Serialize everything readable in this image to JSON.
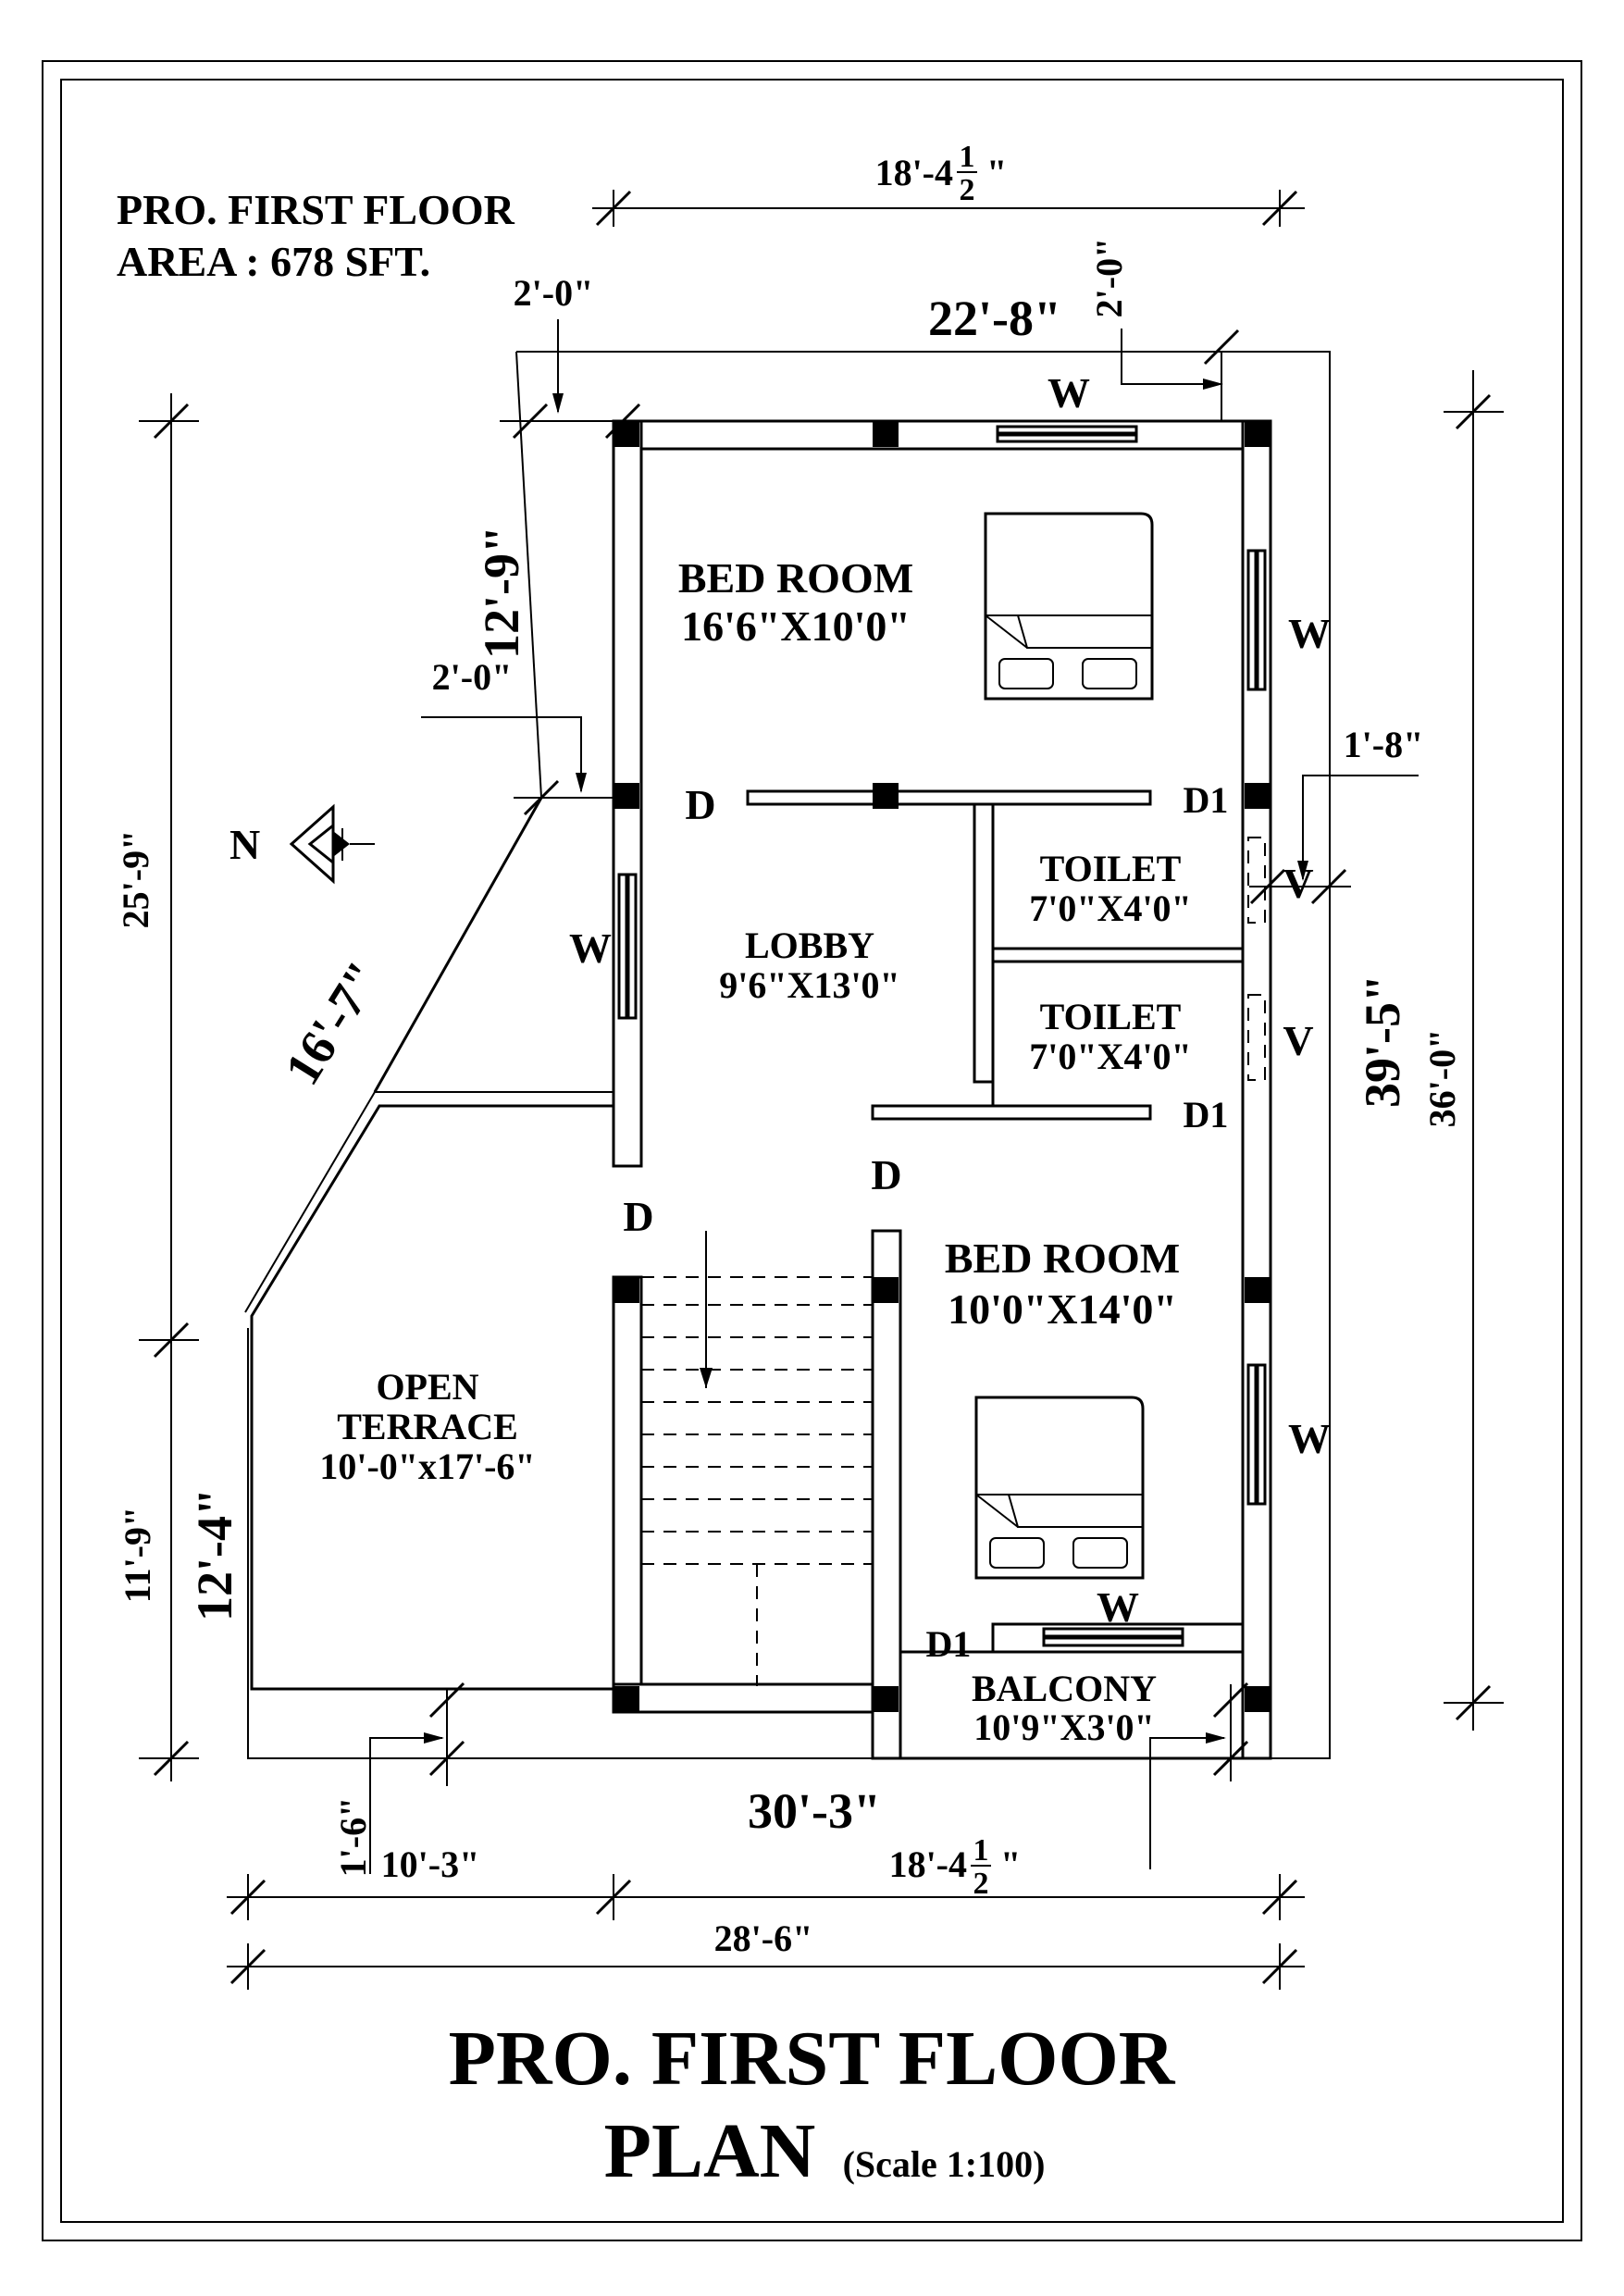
{
  "header": {
    "line1": "PRO. FIRST FLOOR",
    "line2": "AREA : 678 SFT."
  },
  "title": {
    "line1": "PRO. FIRST FLOOR",
    "line2": "PLAN",
    "scale": "(Scale  1:100)"
  },
  "rooms": {
    "bed_room_1": {
      "name": "BED ROOM",
      "size": "16'6\"X10'0\""
    },
    "bed_room_2": {
      "name": "BED ROOM",
      "size": "10'0\"X14'0\""
    },
    "lobby": {
      "name": "LOBBY",
      "size": "9'6\"X13'0\""
    },
    "toilet_1": {
      "name": "TOILET",
      "size": "7'0\"X4'0\""
    },
    "toilet_2": {
      "name": "TOILET",
      "size": "7'0\"X4'0\""
    },
    "open_terrace": {
      "name1": "OPEN",
      "name2": "TERRACE",
      "size": "10'-0\"x17'-6\""
    },
    "balcony": {
      "name": "BALCONY",
      "size": "10'9\"X3'0\""
    }
  },
  "labels": {
    "window": "W",
    "door": "D",
    "door1": "D1",
    "vent": "V",
    "north": "N"
  },
  "dimensions": {
    "top_width_a": "18'-4",
    "frac_num": "1",
    "frac_den": "2",
    "top_width_b": "22'-8\"",
    "offset_top_left": "2'-0\"",
    "offset_top_right": "2'-0\"",
    "left_upper": "12'-9\"",
    "left_offset": "2'-0\"",
    "diagonal": "16'-7\"",
    "left_total_upper": "25'-9\"",
    "left_lower_big": "12'-4\"",
    "left_lower_small": "11'-9\"",
    "toilet_offset": "1'-8\"",
    "right_big": "39'-5\"",
    "right_small": "36'-0\"",
    "bottom_big": "30'-3\"",
    "bottom_offset": "1'-6\"",
    "bottom_left": "10'-3\"",
    "bottom_right": "18'-4",
    "bottom_total": "28'-6\""
  }
}
